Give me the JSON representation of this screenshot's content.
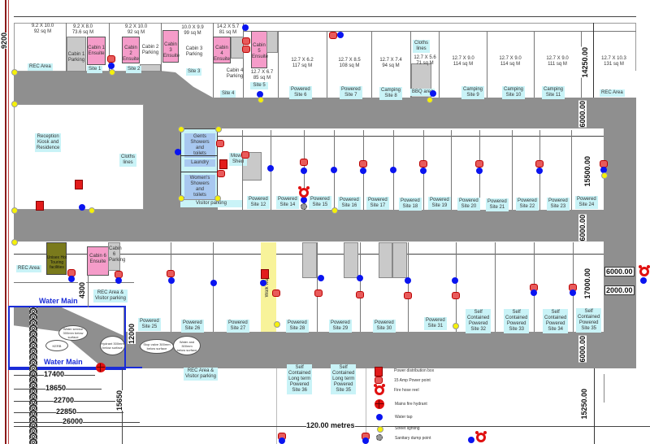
{
  "top_row": {
    "plots": [
      {
        "dims": "9.2 X 10.0\n92 sq M",
        "label": "REC Area"
      },
      {
        "dims": "9.2 X 8.0\n73.6 sq M",
        "label": "Site 1",
        "ensuite": "Cabin 1\nEnsuite",
        "parking": "Cabin 1\nParking"
      },
      {
        "dims": "9.2 X 10.0\n92 sq M",
        "label": "Site 2",
        "ensuite": "Cabin 2\nEnsuite",
        "parking": "Cabin 2\nParking"
      },
      {
        "dims": "10.0 X 9.9\n99 sq M",
        "label": "Site 3",
        "ensuite": "Cabin 3\nEnsuite",
        "parking": "Cabin 3\nParking"
      },
      {
        "dims": "14.2 X 5.7\n81 sq M",
        "label": "Site 4",
        "ensuite": "Cabin 4\nEnsuite",
        "parking": "Cabin 4\nParking"
      },
      {
        "dims": "12.7 X 6.7\n85 sq M",
        "label": "Site 5",
        "ensuite": "Cabin 5\nEnsuite"
      },
      {
        "dims": "12.7 X 6.2\n117 sq M",
        "label": "Powered\nSite 6"
      },
      {
        "dims": "12.7 X 8.5\n108 sq M",
        "label": "Powered\nSite 7"
      },
      {
        "dims": "12.7 X 7.4\n94 sq M",
        "label": "Camping\nSite 8"
      },
      {
        "dims": "12.7 X 5.6\n71 sq M",
        "label": "BBQ area",
        "extra": "Cloths\nlines"
      },
      {
        "dims": "12.7 X 9.0\n114 sq M",
        "label": "Camping\nSite 9"
      },
      {
        "dims": "12.7 X 9.0\n114 sq M",
        "label": "Camping\nSite 10"
      },
      {
        "dims": "12.7 X 9.0\n111 sq M",
        "label": "Camping\nSite 11"
      },
      {
        "dims": "12.7 X 10.3\n131 sq M",
        "label": "REC Area"
      }
    ]
  },
  "reception": {
    "label": "Reception\nKiosk and\nResidence",
    "cloths_lines": "Cloths\nlines"
  },
  "amenities": {
    "gents": "Gents\nShowers and\ntoilets",
    "laundry": "Laundry",
    "womens": "Women's\nShowers and\ntoilets",
    "visitor_parking": "Visitor parking",
    "mower_shed": "Mower\nShed"
  },
  "middle_row": {
    "sites": [
      "Powered\nSite 12",
      "Powered\nSite 14",
      "Powered\nSite 15",
      "Powered\nSite 16",
      "Powered\nSite 17",
      "Powered\nSite 18",
      "Powered\nSite 19",
      "Powered\nSite 20",
      "Powered\nSite 21",
      "Powered\nSite 22",
      "Powered\nSite 23",
      "Powered\nSite 24"
    ]
  },
  "bottom_row": {
    "rec_area": "REC Area",
    "unisex_toilet": "Unisex Hot\nTouring\nfacilities",
    "cabin6_ensuite": "Cabin 6\nEnsuite",
    "cabin6_parking": "Cabin 6\nParking",
    "rec_visitor_parking": "REC Area &\nVisitor parking",
    "walkway": "Walk way",
    "sites": [
      "Powered\nSite 25",
      "Powered\nSite 26",
      "Powered\nSite 27",
      "Powered\nSite 28",
      "Powered\nSite 29",
      "Powered\nSite 30",
      "Powered\nSite 31",
      "Self\nContained\nPowered\nSite 32",
      "Self\nContained\nPowered\nSite 33",
      "Self\nContained\nPowered\nSite 34",
      "Self\nContained\nPowered\nSite 35"
    ]
  },
  "lower_area": {
    "rec_visitor_parking": "REC Area &\nVisitor parking",
    "site36": "Self\nContained\nLong term\nPowered\nSite 36",
    "site35": "Self\nContained\nLong term\nPowered\nSite 35",
    "water_main_top": "Water Main",
    "water_main_bottom": "Water Main",
    "kerb": "KERB",
    "note_water_service": "Water service\n300mm below\nsurface",
    "note_hydrant": "Hydrant 300mm\nbelow surface",
    "note_stop_valve": "Stop valve 300mm\nbelow surface",
    "note_water_main": "Water and 300mm\nbelow surface"
  },
  "dimensions": {
    "d9200": "9200",
    "d14250": "14250.00",
    "d6000_a": "6000.00",
    "d15500": "15500.00",
    "d6000_b": "6000.00",
    "d17000": "17000.00",
    "d6000_c": "6000.00",
    "d15250": "15250.00",
    "d6000_side": "6000.00",
    "d2000_side": "2000.00",
    "d4300": "4300",
    "d12000": "12000",
    "d15650": "15650",
    "d17400": "17400",
    "d18650": "18650",
    "d22700": "22700",
    "d22850": "22850",
    "d26000": "26000",
    "total": "120.00 metres"
  },
  "legend": [
    {
      "icon": "power-distribution-box",
      "label": "Power distribution box"
    },
    {
      "icon": "power-point",
      "label": "15 Amp Power point"
    },
    {
      "icon": "fire-hose-reel",
      "label": "Fire hose reel"
    },
    {
      "icon": "fire-hydrant",
      "label": "Mains fire hydrant"
    },
    {
      "icon": "water-tap",
      "label": "Water tap"
    },
    {
      "icon": "street-light",
      "label": "Street lighting"
    },
    {
      "icon": "sanitary-dump",
      "label": "Sanitary dump point"
    }
  ],
  "colors": {
    "road": "#8f8f8f",
    "label_bg": "#c9f3f7",
    "cabin": "#f59cc9",
    "water_main": "#1a2cd8",
    "power": "#e21b1b",
    "water_tap": "#0a14f0",
    "street_light": "#f5f10a"
  }
}
